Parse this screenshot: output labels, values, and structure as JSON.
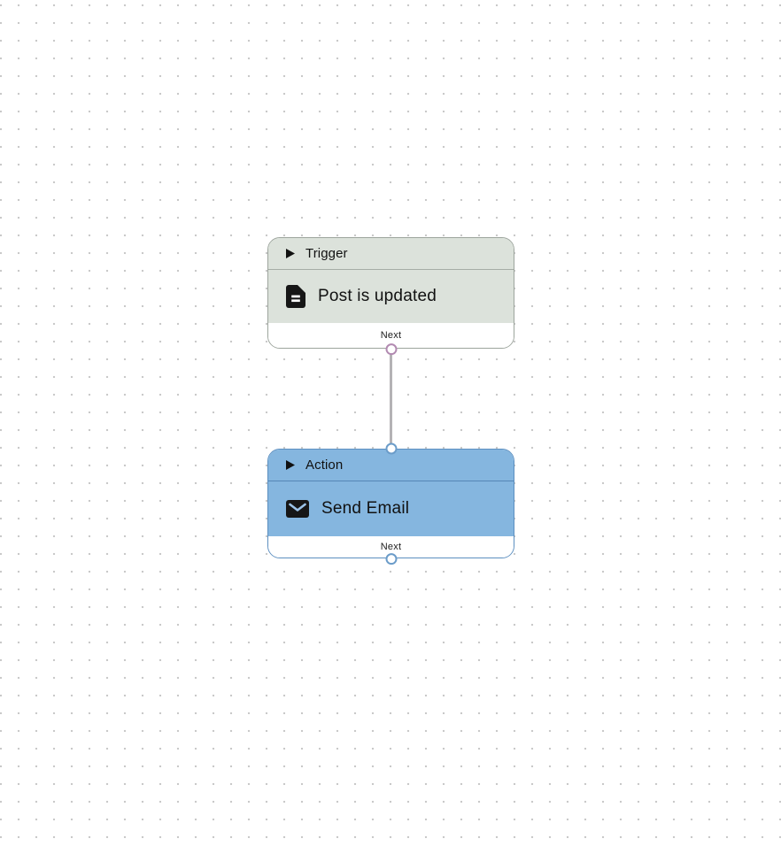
{
  "canvas": {
    "background_color": "#ffffff",
    "dot_color": "#c9c9c9"
  },
  "edge": {
    "color": "#b4b2b5"
  },
  "nodes": [
    {
      "kind": "Trigger",
      "title": "Post is updated",
      "footer_label": "Next",
      "icon": "document-icon",
      "collapse_icon": "play-triangle-icon",
      "colors": {
        "fill": "#dce2db",
        "border": "#9da59d",
        "divider": "#a6ada6",
        "port": "#b28ab1",
        "text": "#111111"
      }
    },
    {
      "kind": "Action",
      "title": "Send Email",
      "footer_label": "Next",
      "icon": "mail-icon",
      "collapse_icon": "play-triangle-icon",
      "colors": {
        "fill": "#85b6df",
        "border": "#5c8fc0",
        "divider": "#5585b6",
        "port": "#6b9cc9",
        "text": "#111111"
      }
    }
  ]
}
